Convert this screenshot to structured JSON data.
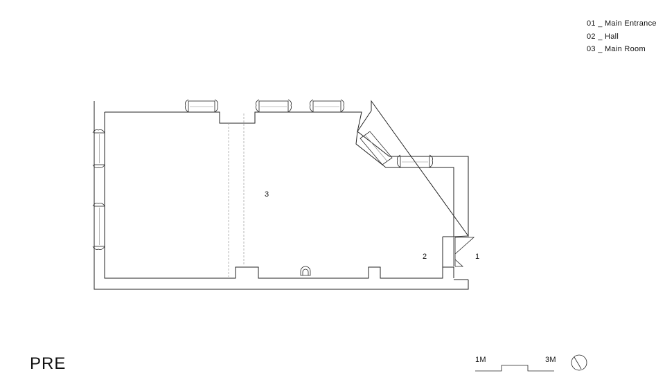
{
  "legend": {
    "items": [
      {
        "label": "01 _ Main Entrance"
      },
      {
        "label": "02 _ Hall"
      },
      {
        "label": "03 _ Main Room"
      }
    ]
  },
  "plan": {
    "stage_title": "PRE",
    "rooms": {
      "main_entrance": "1",
      "hall": "2",
      "main_room": "3"
    }
  },
  "scale_bar": {
    "start_label": "1M",
    "end_label": "3M"
  },
  "icons": {
    "north_arrow": "north-arrow-icon",
    "fireplace": "fireplace-icon"
  },
  "colors": {
    "line": "#222222",
    "dash": "#9a9a9a",
    "background": "#ffffff"
  }
}
